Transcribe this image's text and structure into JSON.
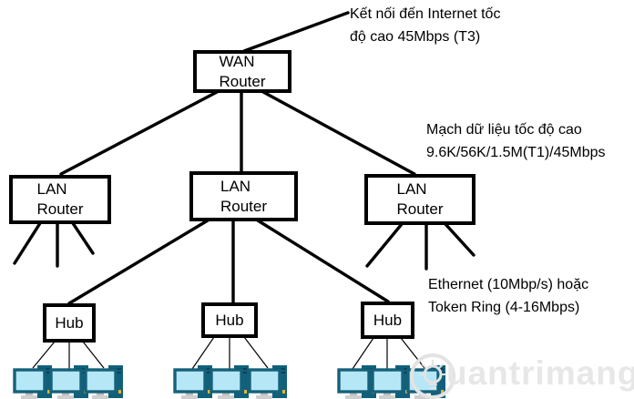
{
  "annotations": {
    "internet": "Kết nối đến Internet tốc\nđộ cao 45Mbps (T3)",
    "data_circuit": "Mạch dữ liệu tốc độ cao\n9.6K/56K/1.5M(T1)/45Mbps",
    "ethernet": "Ethernet (10Mbp/s) hoặc\nToken Ring (4-16Mbps)"
  },
  "nodes": {
    "wan_router": "WAN\nRouter",
    "lan_router_left": "LAN\nRouter",
    "lan_router_center": "LAN\nRouter",
    "lan_router_right": "LAN\nRouter",
    "hub_left": "Hub",
    "hub_center": "Hub",
    "hub_right": "Hub"
  },
  "watermark": {
    "text": "uantrimang"
  },
  "colors": {
    "line": "#000000",
    "monitor_frame": "#15617a",
    "screen": "#b5e7f7",
    "tower": "#11607b",
    "tower_dark": "#0a4257",
    "stand": "#bcbcbc",
    "base": "#cfcfcf",
    "power_led": "#e8b627",
    "watermark_gray": "#e3e3e3"
  }
}
